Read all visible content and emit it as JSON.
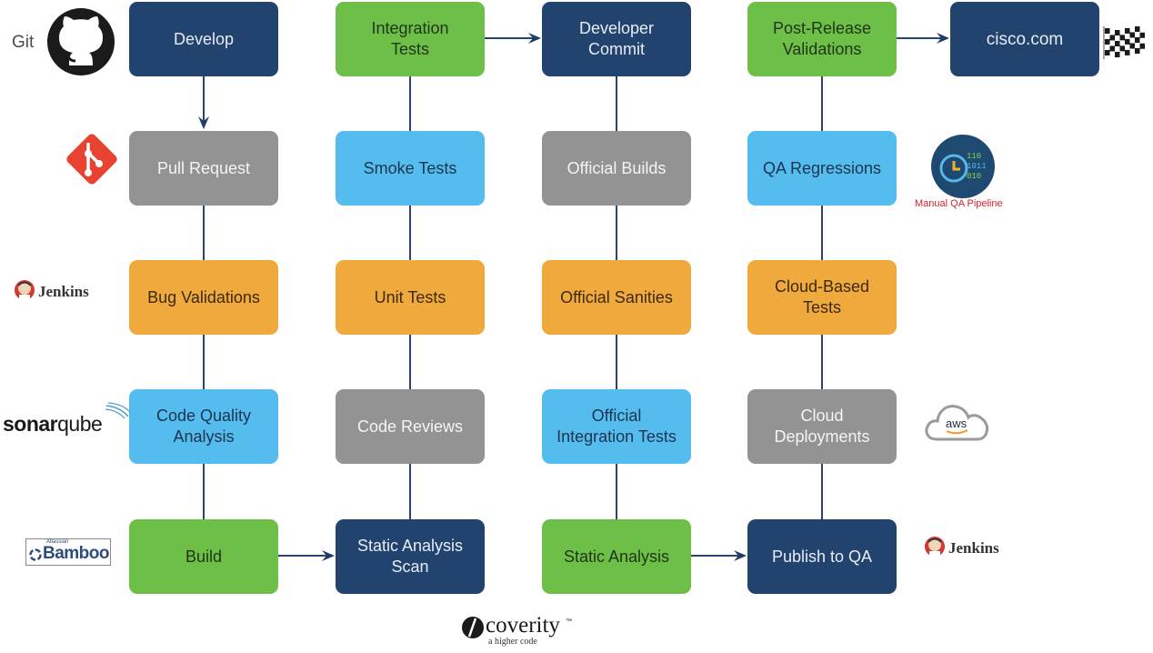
{
  "title": "CI/CD Pipeline Flow",
  "colors": {
    "navy": "#23436f",
    "gray": "#939393",
    "orange": "#f0a93c",
    "blue": "#55bdee",
    "green": "#6dbf48",
    "connector": "#2a4470",
    "manual_qa_red": "#d9202a"
  },
  "columns": [
    {
      "stages": [
        {
          "label": "Develop",
          "color": "navy"
        },
        {
          "label": "Pull Request",
          "color": "gray"
        },
        {
          "label": "Bug Validations",
          "color": "orange"
        },
        {
          "label": "Code Quality\nAnalysis",
          "color": "blue"
        },
        {
          "label": "Build",
          "color": "green"
        }
      ]
    },
    {
      "stages": [
        {
          "label": "Integration\nTests",
          "color": "green"
        },
        {
          "label": "Smoke Tests",
          "color": "blue"
        },
        {
          "label": "Unit Tests",
          "color": "orange"
        },
        {
          "label": "Code Reviews",
          "color": "gray"
        },
        {
          "label": "Static Analysis\nScan",
          "color": "navy"
        }
      ]
    },
    {
      "stages": [
        {
          "label": "Developer\nCommit",
          "color": "navy"
        },
        {
          "label": "Official Builds",
          "color": "gray"
        },
        {
          "label": "Official Sanities",
          "color": "orange"
        },
        {
          "label": "Official\nIntegration Tests",
          "color": "blue"
        },
        {
          "label": "Static Analysis",
          "color": "green"
        }
      ]
    },
    {
      "stages": [
        {
          "label": "Post-Release\nValidations",
          "color": "green"
        },
        {
          "label": "QA Regressions",
          "color": "blue"
        },
        {
          "label": "Cloud-Based\nTests",
          "color": "orange"
        },
        {
          "label": "Cloud\nDeployments",
          "color": "gray"
        },
        {
          "label": "Publish to QA",
          "color": "navy"
        }
      ]
    }
  ],
  "final_stage": {
    "label": "cisco.com",
    "color": "navy"
  },
  "tools": {
    "git": {
      "label": "Git",
      "icon": "github-icon"
    },
    "git_scm": {
      "icon": "git-scm-icon"
    },
    "jenkins_1": {
      "label": "Jenkins",
      "icon": "jenkins-icon"
    },
    "sonarqube": {
      "label_bold": "sonar",
      "label_light": "qube",
      "icon": "sonarqube-logo"
    },
    "bamboo": {
      "label": "Bamboo",
      "sublabel": "Atlassian",
      "icon": "bamboo-icon"
    },
    "coverity": {
      "label": "coverity",
      "tm": "™",
      "tagline": "a higher code",
      "icon": "coverity-icon"
    },
    "manual_qa": {
      "label": "Manual QA Pipeline",
      "bits": [
        "110",
        "1011",
        "010"
      ],
      "icon": "manual-qa-icon"
    },
    "aws": {
      "label": "aws",
      "icon": "aws-cloud-icon"
    },
    "jenkins_2": {
      "label": "Jenkins",
      "icon": "jenkins-icon"
    },
    "finish": {
      "icon": "checkered-flag-icon"
    }
  }
}
